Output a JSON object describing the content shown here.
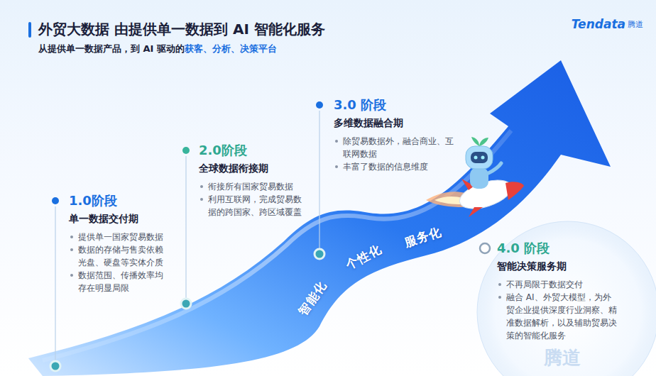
{
  "diagram": {
    "title": "外贸大数据 由提供单一数据到 AI 智能化服务",
    "nodes": [
      {
        "text": [
          "1.0阶段",
          "单一数据交付期",
          "提供单一国家贸易数据",
          "数据的存储与售卖依赖光盘、硬盘等实体介质",
          "数据范围、传播效率均存在明显局限"
        ]
      },
      {
        "text": [
          "2.0阶段",
          "全球数据衔接期",
          "衔接所有国家贸易数据",
          "利用互联网，完成贸易数据的跨国家、跨区域覆盖"
        ]
      },
      {
        "text": [
          "3.0 阶段",
          "多维数据融合期",
          "除贸易数据外，融合商业、互联网数据",
          "丰富了数据的信息维度"
        ]
      },
      {
        "text": [
          "4.0 阶段",
          "智能决策服务期",
          "不再局限于数据交付",
          "融合 AI、外贸大模型，为外贸企业提供深度行业洞察、精准数据解析，以及辅助贸易决策的智能化服务"
        ]
      }
    ],
    "labels": [
      "从提供单一数据产品，到 AI 驱动的",
      "获客、分析、决策平台",
      "Tendata",
      "腾道",
      "智能化",
      "个性化",
      "服务化",
      "腾道"
    ]
  }
}
